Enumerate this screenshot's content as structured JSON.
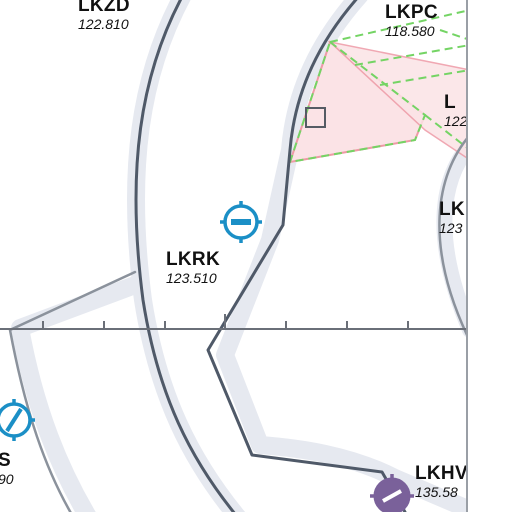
{
  "map": {
    "airfields": [
      {
        "id": "LKZD",
        "freq": "122.810"
      },
      {
        "id": "LKPC",
        "freq": "118.580"
      },
      {
        "id": "LKRK",
        "freq": "123.510"
      },
      {
        "id": "LK",
        "freq": "123"
      },
      {
        "id": "LKHV",
        "freq": "135.58"
      },
      {
        "id": "L",
        "freq": "122"
      },
      {
        "id": "S",
        "freq": "90"
      }
    ],
    "colors": {
      "airspace_band": "#e6e9f0",
      "airspace_boundary": "#4f5968",
      "restricted_fill": "#fbe3e6",
      "restricted_border": "#ee9aa6",
      "dashed_border": "#74d464",
      "aerodrome_blue": "#1b8fc6",
      "aerodrome_purple": "#7a619a",
      "scale_line": "#6a6f78"
    },
    "icons": [
      "aerodrome-symbol-icon",
      "aerodrome-symbol-icon",
      "aerodrome-symbol-icon",
      "obstacle-square-icon"
    ]
  }
}
